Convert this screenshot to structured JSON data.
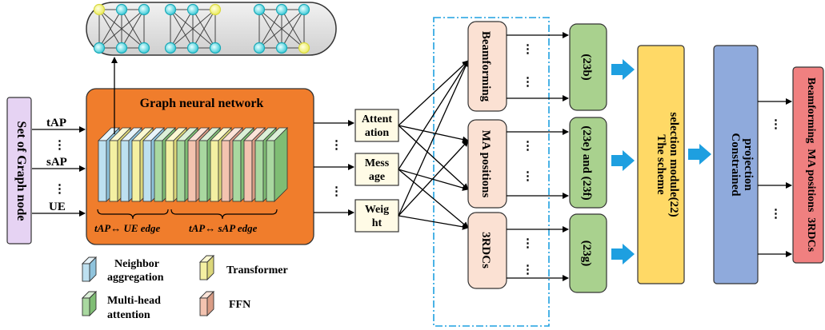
{
  "input": {
    "label": "Set of Graph node"
  },
  "node_types": {
    "tap": "tAP",
    "sap": "sAP",
    "ue": "UE",
    "dots": "⋮"
  },
  "gnn": {
    "title": "Graph neural network",
    "edge_left": "tAP↔ UE edge",
    "edge_right": "tAP↔ sAP edge"
  },
  "outputs": {
    "attention": [
      "Attent",
      "ation"
    ],
    "message": [
      "Mess",
      "age"
    ],
    "weight": [
      "Weig",
      "ht"
    ],
    "dots": "⋮"
  },
  "branches": {
    "beamforming": "Beamforming",
    "ma_positions": "MA positions",
    "rdcs": "3RDCs",
    "dots": "⋮"
  },
  "constraints": {
    "c1": "(23b)",
    "c2": "(23e) and (23f)",
    "c3": "(23g)"
  },
  "selection": {
    "line1": "The scheme",
    "line2": "selection module(22)"
  },
  "projection": {
    "line1": "Constrained",
    "line2": "projection"
  },
  "final": {
    "label": "Beamforming  MA positions  3RDCs"
  },
  "legend": {
    "neighbor": [
      "Neighbor",
      "aggregation"
    ],
    "transformer": "Transformer",
    "multihead": [
      "Multi-head",
      "attention"
    ],
    "ffn": "FFN"
  },
  "colors": {
    "input_fill": "#e6d3f3",
    "gnn_fill": "#f07d2c",
    "branch_fill": "#fbe1d3",
    "constraint_fill": "#a9d18e",
    "selection_fill": "#ffd966",
    "projection_fill": "#8faadc",
    "final_fill": "#f08080",
    "dashed_border": "#1ea0e0",
    "arrow_blue": "#1e9fe0",
    "graph_panel": "#e0e0e0",
    "node_fill": "#2bc9d6",
    "node_highlight": "#f3f35a",
    "layer_blue": "#bde0f0",
    "layer_yellow": "#f4f0a2",
    "layer_green": "#a9d8a0",
    "layer_pink": "#f3c3b0"
  }
}
